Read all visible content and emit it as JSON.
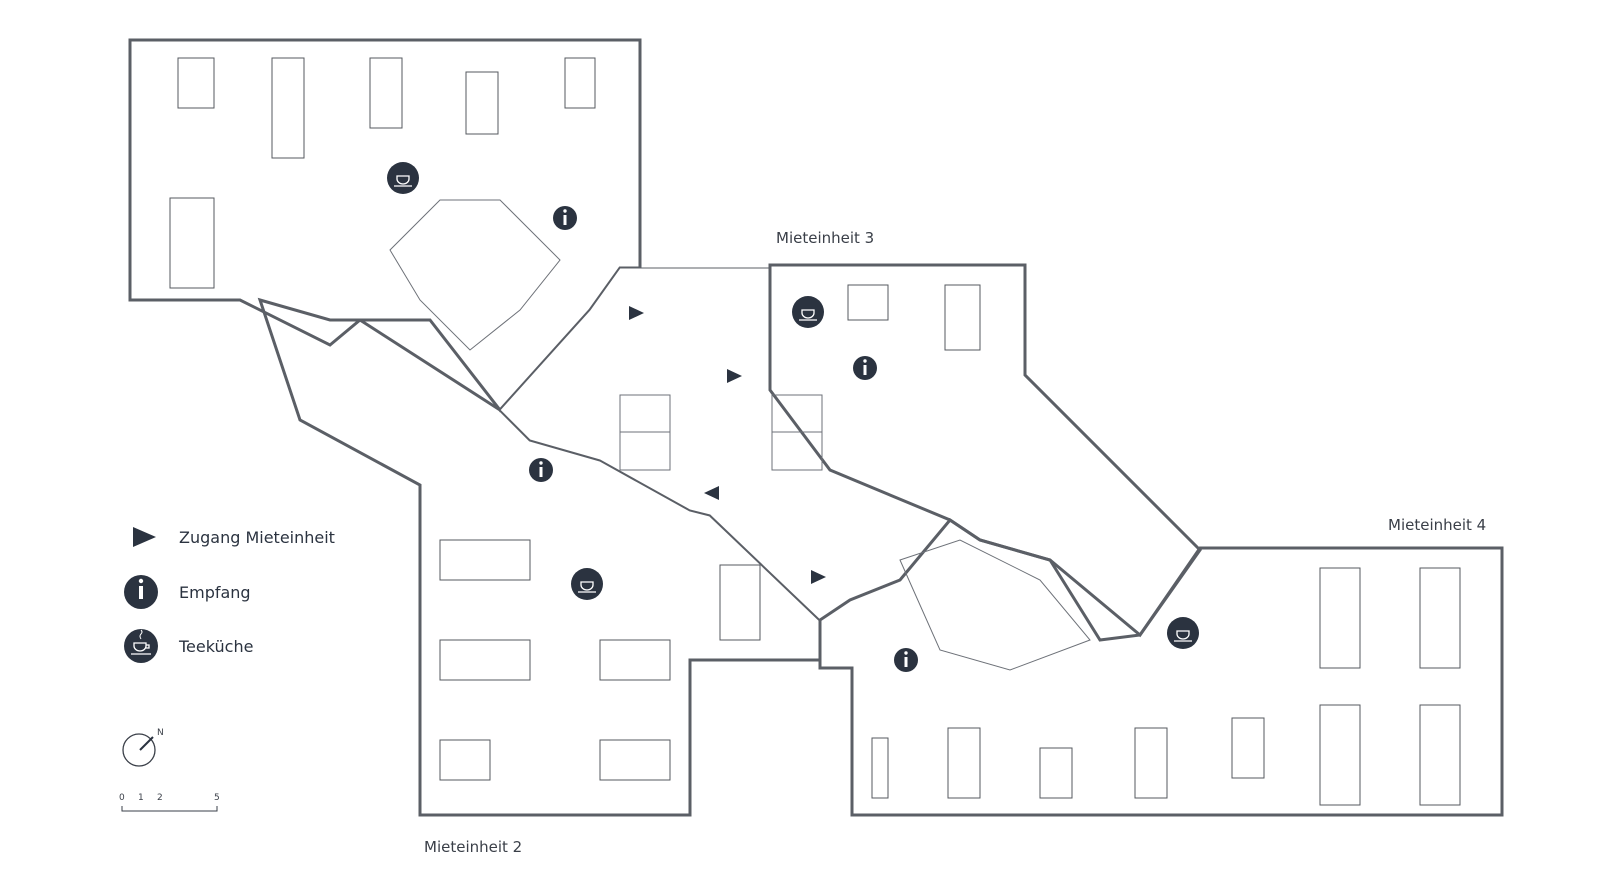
{
  "plan": {
    "unit_labels": {
      "unit2": "Mieteinheit 2",
      "unit3": "Mieteinheit 3",
      "unit4": "Mieteinheit 4"
    },
    "colors": {
      "light_unit": "#dcdddf",
      "dark_unit": "#9d9fa6",
      "core": "#ffffff",
      "icon": "#2b3340"
    }
  },
  "legend": {
    "items": [
      {
        "icon": "entrance-triangle-icon",
        "label": "Zugang Mieteinheit"
      },
      {
        "icon": "info-icon",
        "label": "Empfang"
      },
      {
        "icon": "tea-cup-icon",
        "label": "Teeküche"
      }
    ]
  },
  "compass": {
    "north_label": "N"
  },
  "scale": {
    "ticks": [
      "0",
      "1",
      "2",
      "5"
    ]
  }
}
